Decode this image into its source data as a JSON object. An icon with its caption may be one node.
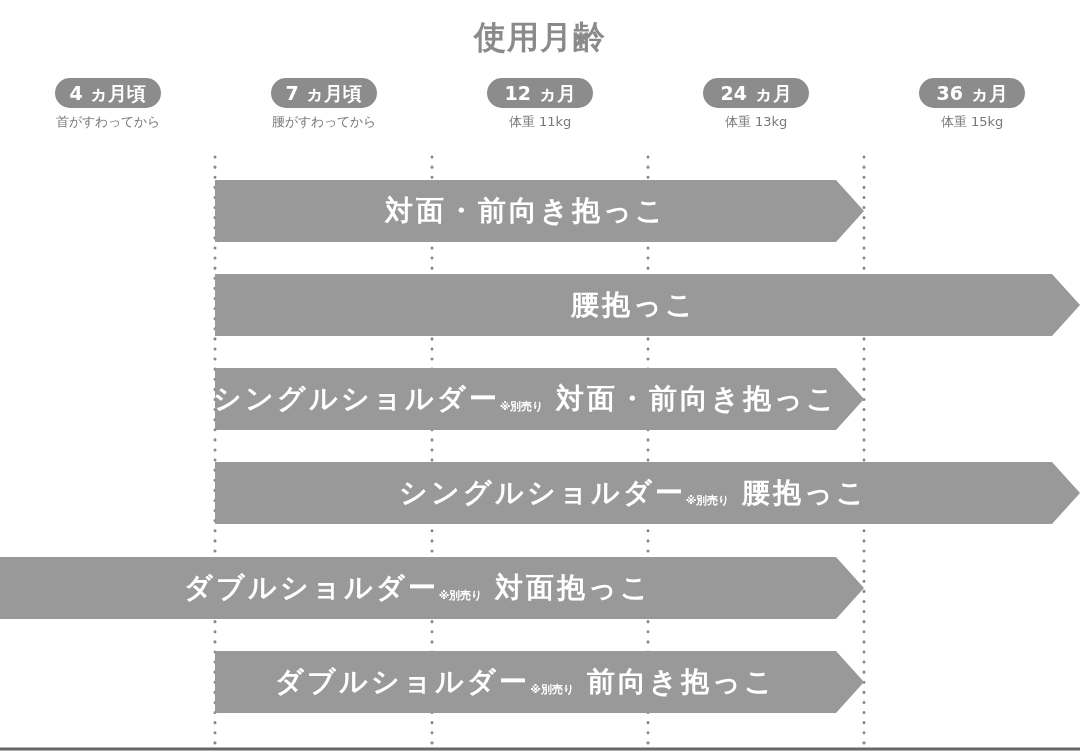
{
  "diagram": {
    "title": "使用月齢",
    "nodes": [
      {
        "text": [
          "4 ヵ月頃"
        ],
        "beside": [
          "首がすわってから"
        ]
      },
      {
        "text": [
          "7 ヵ月頃"
        ],
        "beside": [
          "腰がすわってから"
        ]
      },
      {
        "text": [
          "12 ヵ月"
        ],
        "beside": [
          "体重 11kg"
        ]
      },
      {
        "text": [
          "24 ヵ月"
        ],
        "beside": [
          "体重 13kg"
        ]
      },
      {
        "text": [
          "36 ヵ月"
        ],
        "beside": [
          "体重 15kg"
        ]
      },
      {
        "text": [
          "対面・前向き抱っこ"
        ]
      },
      {
        "text": [
          "腰抱っこ"
        ]
      },
      {
        "text": [
          "シングルショルダー$_{※別売り}$ 対面・前向き抱っこ"
        ]
      },
      {
        "text": [
          "シングルショルダー$_{※別売り}$ 腰抱っこ"
        ]
      },
      {
        "text": [
          "ダブルショルダー$_{※別売り}$ 対面抱っこ"
        ]
      },
      {
        "text": [
          "ダブルショルダー$_{※別売り}$ 前向き抱っこ"
        ]
      }
    ],
    "edges": []
  }
}
